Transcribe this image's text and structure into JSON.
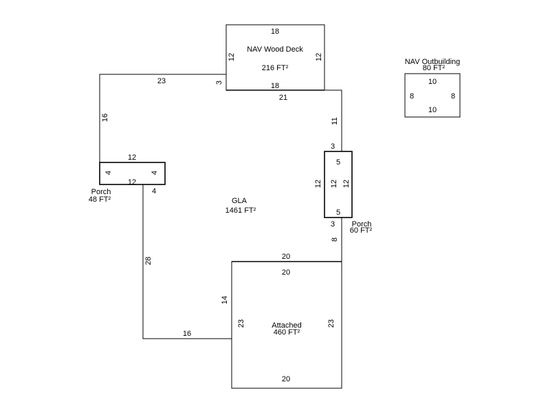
{
  "areas": {
    "gla": {
      "name": "GLA",
      "area": "1461 FT²"
    },
    "deck": {
      "name": "NAV Wood Deck",
      "area": "216 FT²",
      "dims": [
        "18",
        "12",
        "12",
        "18",
        "3"
      ]
    },
    "porch_left": {
      "name": "Porch",
      "area": "48 FT²",
      "dims": [
        "12",
        "4",
        "4",
        "12"
      ]
    },
    "porch_right": {
      "name": "Porch",
      "area": "60 FT²",
      "dims": [
        "5",
        "12",
        "12",
        "5"
      ]
    },
    "attached": {
      "name": "Attached",
      "area": "460 FT²",
      "dims": [
        "20",
        "23",
        "23",
        "20"
      ]
    },
    "outbuilding": {
      "name": "NAV Outbuilding",
      "area": "80 FT²",
      "dims": [
        "10",
        "8",
        "8",
        "10"
      ]
    }
  },
  "gla_dims": [
    "23",
    "16",
    "21",
    "11",
    "3",
    "12",
    "3",
    "8",
    "20",
    "14",
    "16",
    "28",
    "4"
  ]
}
